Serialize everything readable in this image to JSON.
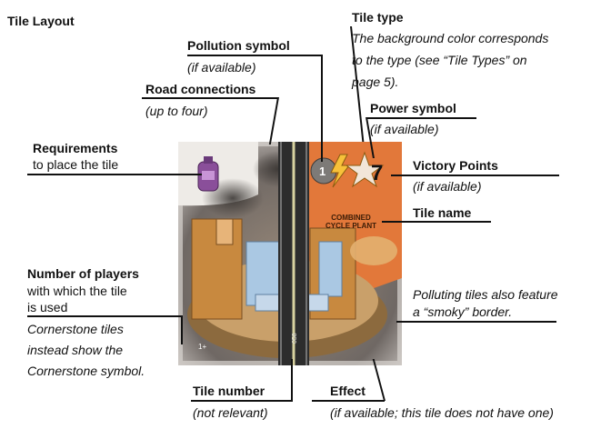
{
  "title": "Tile Layout",
  "tile_type": {
    "label": "Tile type",
    "desc": [
      "The background color corresponds",
      "to the type (see “Tile Types” on",
      "page 5)."
    ]
  },
  "pollution": {
    "label": "Pollution symbol",
    "sub": "(if available)"
  },
  "road": {
    "label": "Road connections",
    "sub": "(up to four)"
  },
  "power": {
    "label": "Power symbol",
    "sub": "(if available)"
  },
  "requirements": {
    "label": "Requirements",
    "sub": "to place the tile"
  },
  "victory": {
    "label": "Victory Points",
    "sub": "(if available)"
  },
  "tile_name_label": "Tile name",
  "players": {
    "label": "Number of players",
    "lines": [
      "with which the tile",
      "is used"
    ],
    "cornerstone": [
      "Cornerstone tiles",
      "instead show the",
      "Cornerstone symbol."
    ]
  },
  "polluting": [
    "Polluting tiles also feature",
    "a “smoky” border."
  ],
  "tile_number": {
    "label": "Tile number",
    "sub": "(not relevant)"
  },
  "effect": {
    "label": "Effect",
    "sub": "(if available; this tile does not have one)"
  },
  "tile": {
    "name_lines": [
      "COMBINED",
      "CYCLE PLANT"
    ],
    "victory_points": "7",
    "number": "058",
    "player_marker": "1+",
    "pollution_value": "1",
    "type_color": "#e2783a"
  }
}
